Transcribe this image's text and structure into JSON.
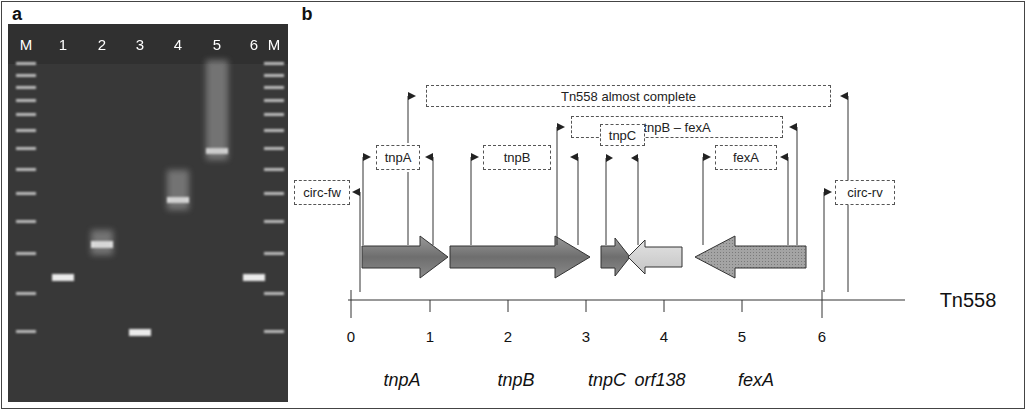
{
  "diagram": {
    "nodes": [
      {
        "text": [
          "Tn558 almost complete"
        ]
      },
      {
        "text": [
          "tnpB – fexA"
        ]
      },
      {
        "text": [
          "tnpC"
        ]
      },
      {
        "text": [
          "tnpA"
        ]
      },
      {
        "text": [
          "tnpB"
        ]
      },
      {
        "text": [
          "fexA"
        ]
      },
      {
        "text": [
          "circ-fw"
        ]
      },
      {
        "text": [
          "circ-rv"
        ]
      }
    ],
    "labels": [
      "a",
      "b",
      "M",
      "1",
      "2",
      "3",
      "4",
      "5",
      "6",
      "M",
      "0",
      "1",
      "2",
      "3",
      "4",
      "5",
      "6",
      "tnpA",
      "tnpB",
      "tnpC",
      "orf138",
      "fexA",
      "Tn558"
    ]
  }
}
